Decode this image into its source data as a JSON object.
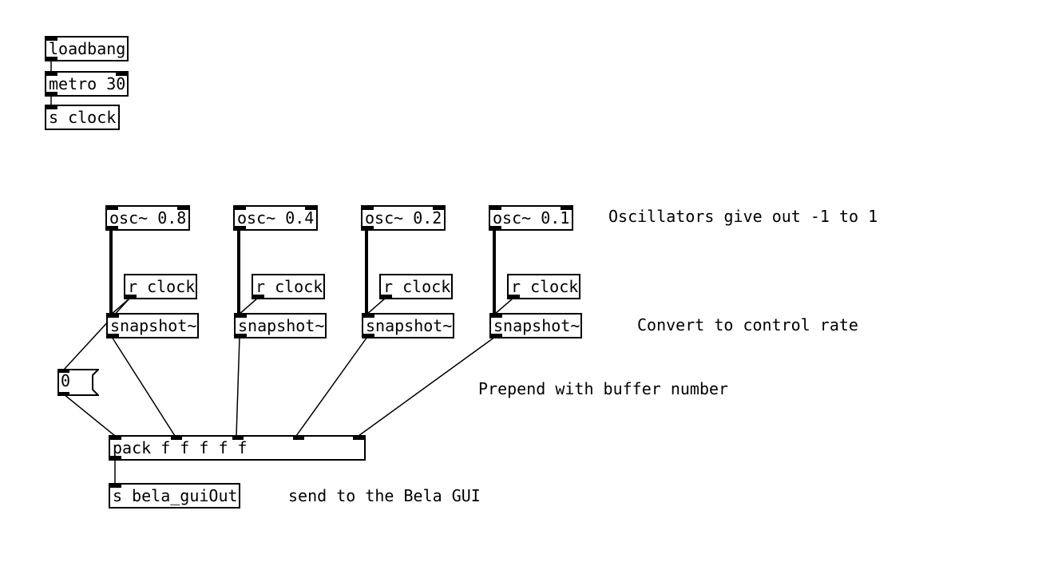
{
  "patch": {
    "objects": {
      "loadbang": "loadbang",
      "metro": "metro 30",
      "send_clock": "s clock",
      "osc1": "osc~ 0.8",
      "osc2": "osc~ 0.4",
      "osc3": "osc~ 0.2",
      "osc4": "osc~ 0.1",
      "rclock1": "r clock",
      "rclock2": "r clock",
      "rclock3": "r clock",
      "rclock4": "r clock",
      "snap1": "snapshot~",
      "snap2": "snapshot~",
      "snap3": "snapshot~",
      "snap4": "snapshot~",
      "pack": "pack f f f f f",
      "send_gui": "s bela_guiOut"
    },
    "message_box": "0",
    "comments": {
      "oscillators": "Oscillators give out -1 to 1",
      "convert": "Convert to control rate",
      "prepend": "Prepend with buffer number",
      "send_gui": "send to the Bela GUI"
    }
  }
}
